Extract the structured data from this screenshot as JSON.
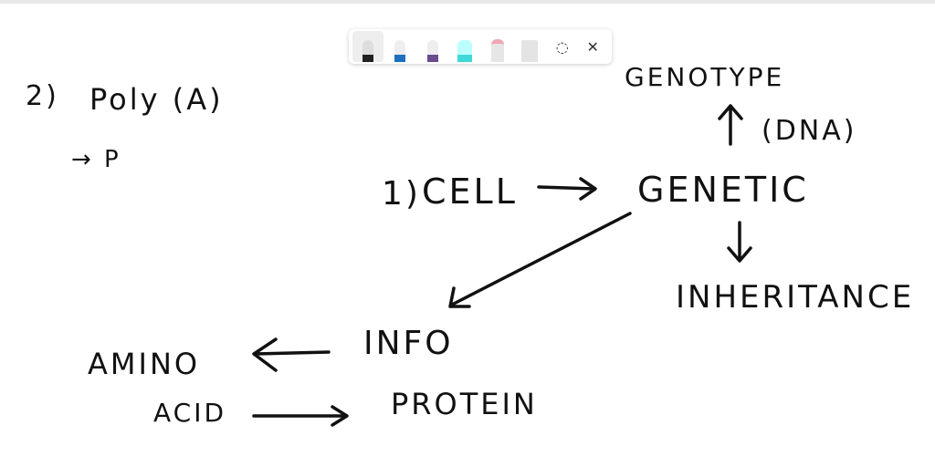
{
  "toolbar": {
    "tools": [
      {
        "name": "black-pen",
        "color": "#222222"
      },
      {
        "name": "blue-pen",
        "color": "#1f6fc0"
      },
      {
        "name": "purple-pen",
        "color": "#6a4b8f"
      },
      {
        "name": "cyan-highlighter",
        "color": "#40d8d8"
      },
      {
        "name": "eraser",
        "color": "#f0a8b4"
      },
      {
        "name": "ruler",
        "color": "#d8d8d8"
      }
    ],
    "lasso_icon": "lasso-icon",
    "close_icon": "close-icon"
  },
  "notes": {
    "item2": "2)",
    "poly": "Poly (A)",
    "arrow_p": "→ P",
    "item1": "1)",
    "cell": "CELL",
    "genetic": "GENETIC",
    "genotype": "GENOTYPE",
    "dna": "(DNA)",
    "inheritance": "INHERITANCE",
    "info": "INFO",
    "amino": "AMINO",
    "acid": "ACID",
    "protein": "PROTEIN"
  }
}
